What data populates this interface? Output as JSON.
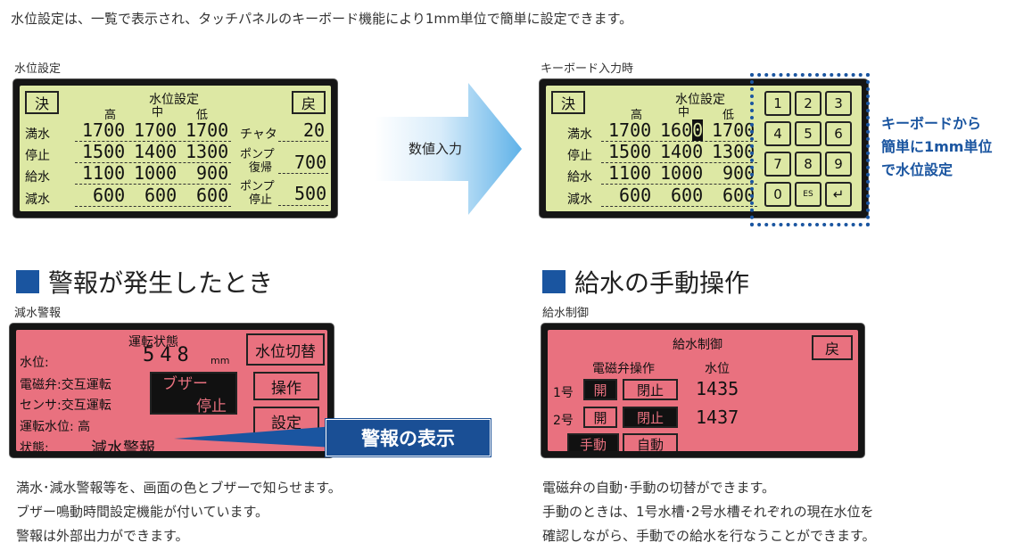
{
  "intro": "水位設定は、一覧で表示され、タッチパネルのキーボード機能により1mm単位で簡単に設定できます。",
  "top_left": {
    "caption": "水位設定",
    "decide_btn": "決",
    "back_btn": "戻",
    "title": "水位設定",
    "col_high": "高",
    "col_mid": "中",
    "col_low": "低",
    "rows": [
      {
        "label": "満水",
        "high": "1700",
        "mid": "1700",
        "low": "1700"
      },
      {
        "label": "停止",
        "high": "1500",
        "mid": "1400",
        "low": "1300"
      },
      {
        "label": "給水",
        "high": "1100",
        "mid": "1000",
        "low": "900"
      },
      {
        "label": "減水",
        "high": "600",
        "mid": "600",
        "low": "600"
      }
    ],
    "chatter_label": "チャタ",
    "chatter_value": "20",
    "pump_return_label1": "ポンプ",
    "pump_return_label2": "復帰",
    "pump_return_value": "700",
    "pump_stop_label1": "ポンプ",
    "pump_stop_label2": "停止",
    "pump_stop_value": "500"
  },
  "arrow_label": "数値入力",
  "top_right": {
    "caption": "キーボード入力時",
    "decide_btn": "決",
    "title": "水位設定",
    "col_high": "高",
    "col_mid": "中",
    "col_low": "低",
    "rows": [
      {
        "label": "満水",
        "high": "1700",
        "mid": "160",
        "cursor": "0",
        "low": "1700"
      },
      {
        "label": "停止",
        "high": "1500",
        "mid": "1400",
        "low": "1300"
      },
      {
        "label": "給水",
        "high": "1100",
        "mid": "1000",
        "low": "900"
      },
      {
        "label": "減水",
        "high": "600",
        "mid": "600",
        "low": "600"
      }
    ],
    "keys": [
      "1",
      "2",
      "3",
      "4",
      "5",
      "6",
      "7",
      "8",
      "9",
      "0",
      "ES",
      "↵"
    ],
    "callout": [
      "キーボードから",
      "簡単に1mm単位",
      "で水位設定"
    ]
  },
  "alarm_section": {
    "title": "警報が発生したとき",
    "caption": "減水警報",
    "status_title": "運転状態",
    "level_label": "水位:",
    "level_value": "548",
    "level_unit": "mm",
    "valve_label": "電磁弁:交互運転",
    "sensor_label": "センサ:交互運転",
    "run_level_label": "運転水位: 高",
    "state_label": "状態:",
    "state_value": "減水警報",
    "buzzer_stop_line1": "ブザー",
    "buzzer_stop_line2": "停止",
    "switch_btn": "水位切替",
    "operate_btn": "操作",
    "setting_btn": "設定",
    "alarm_banner": "警報の表示",
    "desc": [
      "満水･減水警報等を、画面の色とブザーで知らせます。",
      "ブザー鳴動時間設定機能が付いています。",
      "警報は外部出力ができます。"
    ]
  },
  "manual_section": {
    "title": "給水の手動操作",
    "caption": "給水制御",
    "screen_title": "給水制御",
    "back_btn": "戻",
    "valve_op_label": "電磁弁操作",
    "level_header": "水位",
    "row1_label": "1号",
    "row1_open": "開",
    "row1_close": "閉止",
    "row1_level": "1435",
    "row2_label": "2号",
    "row2_open": "開",
    "row2_close": "閉止",
    "row2_level": "1437",
    "manual_btn": "手動",
    "auto_btn": "自動",
    "desc": [
      "電磁弁の自動･手動の切替ができます。",
      "手動のときは、1号水槽･2号水槽それぞれの現在水位を",
      "確認しながら、手動での給水を行なうことができます。"
    ]
  }
}
